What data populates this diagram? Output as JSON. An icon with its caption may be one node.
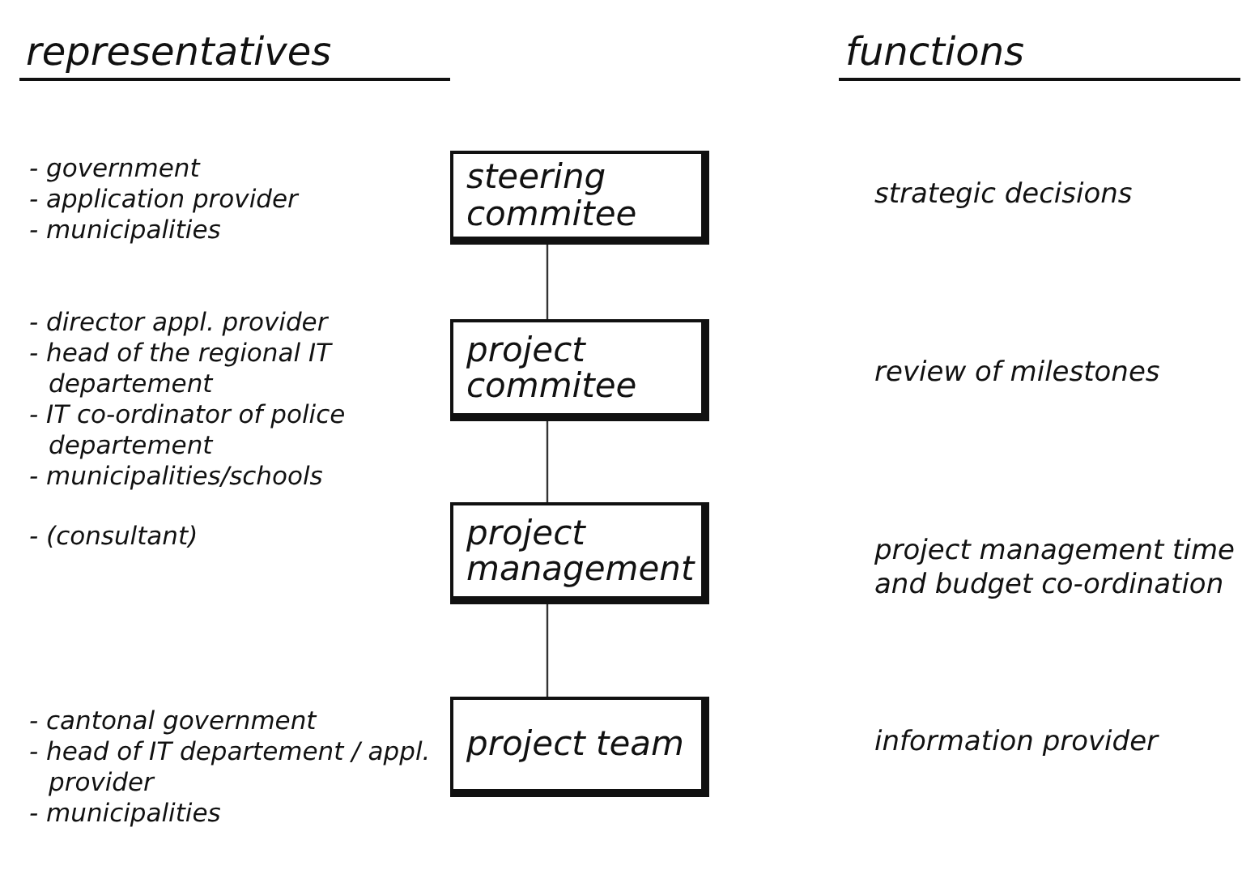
{
  "diagram": {
    "nodes": [
      {
        "text": [
          "steering commitee"
        ]
      },
      {
        "text": [
          "project commitee"
        ]
      },
      {
        "text": [
          "project management"
        ]
      },
      {
        "text": [
          "project team"
        ]
      }
    ],
    "edges": [
      {
        "from": 0,
        "to": 1,
        "arrow": "none"
      },
      {
        "from": 1,
        "to": 2,
        "arrow": "none"
      },
      {
        "from": 2,
        "to": 3,
        "arrow": "none"
      }
    ],
    "labels": [
      "representatives",
      "functions",
      "- government",
      "- application provider",
      "- municipalities",
      "strategic decisions",
      "- director appl. provider",
      "- head of the regional IT departement",
      "- IT co-ordinator of police departement",
      "- municipalities/schools",
      "review of milestones",
      "- (consultant)",
      "project management time and budget co-ordination",
      "- cantonal government",
      "- head of IT departement / appl. provider",
      "- municipalities",
      "information provider"
    ]
  }
}
